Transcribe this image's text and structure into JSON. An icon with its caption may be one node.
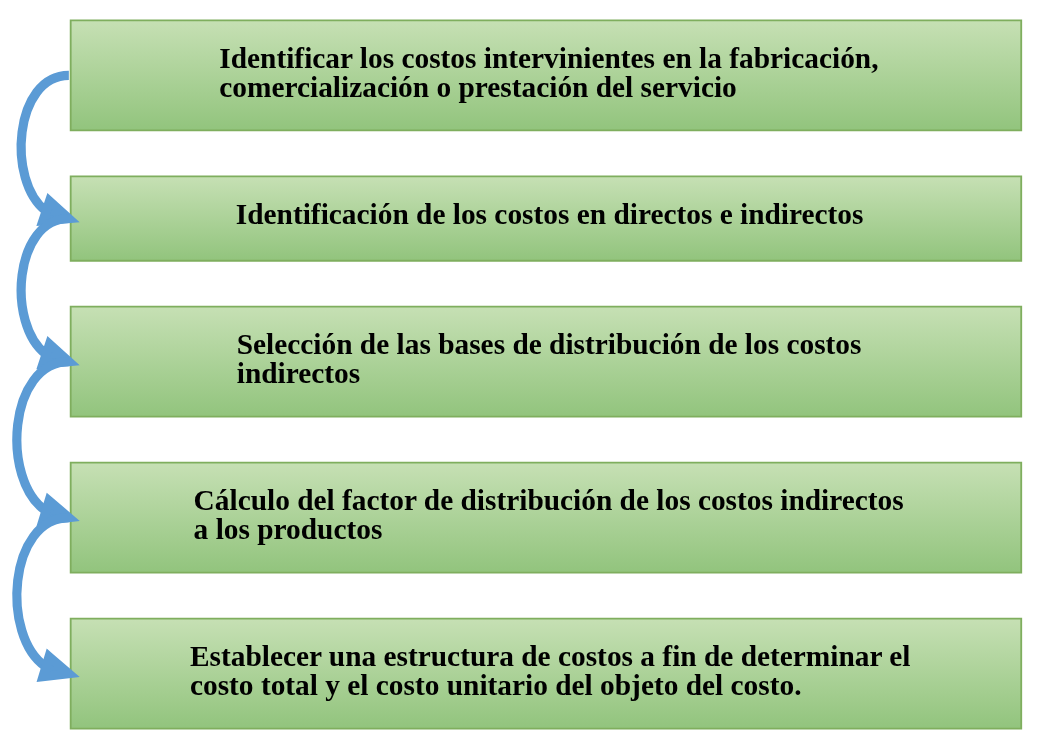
{
  "diagram": {
    "nodes": [
      {
        "text": [
          "Identificar los costos intervinientes en la fabricación, comercialización o prestación del servicio"
        ]
      },
      {
        "text": [
          "Identificación de los costos en directos e indirectos"
        ]
      },
      {
        "text": [
          "Selección de las bases de distribución de los costos indirectos"
        ]
      },
      {
        "text": [
          "Cálculo del factor de distribución de los costos indirectos a los productos"
        ]
      },
      {
        "text": [
          "Establecer una estructura de costos a fin de determinar el costo total y el costo unitario del objeto del costo."
        ]
      }
    ],
    "edges": [
      {
        "from": 0,
        "to": 1,
        "arrow": "to"
      },
      {
        "from": 1,
        "to": 2,
        "arrow": "to"
      },
      {
        "from": 2,
        "to": 3,
        "arrow": "to"
      },
      {
        "from": 3,
        "to": 4,
        "arrow": "to"
      }
    ]
  }
}
